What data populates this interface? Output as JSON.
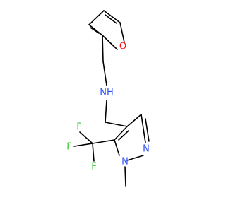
{
  "colors": {
    "bond": "#000000",
    "oxygen": "#ff0d0d",
    "nitrogen": "#3050f8",
    "fluorine": "#33cc33",
    "carbon": "#000000"
  },
  "atoms": {
    "furan_oxygen": "O",
    "amine_nitrogen": "NH",
    "pyrazole_n2": "N",
    "pyrazole_n1": "N",
    "fluorine_1": "F",
    "fluorine_2": "F",
    "fluorine_3": "F"
  }
}
